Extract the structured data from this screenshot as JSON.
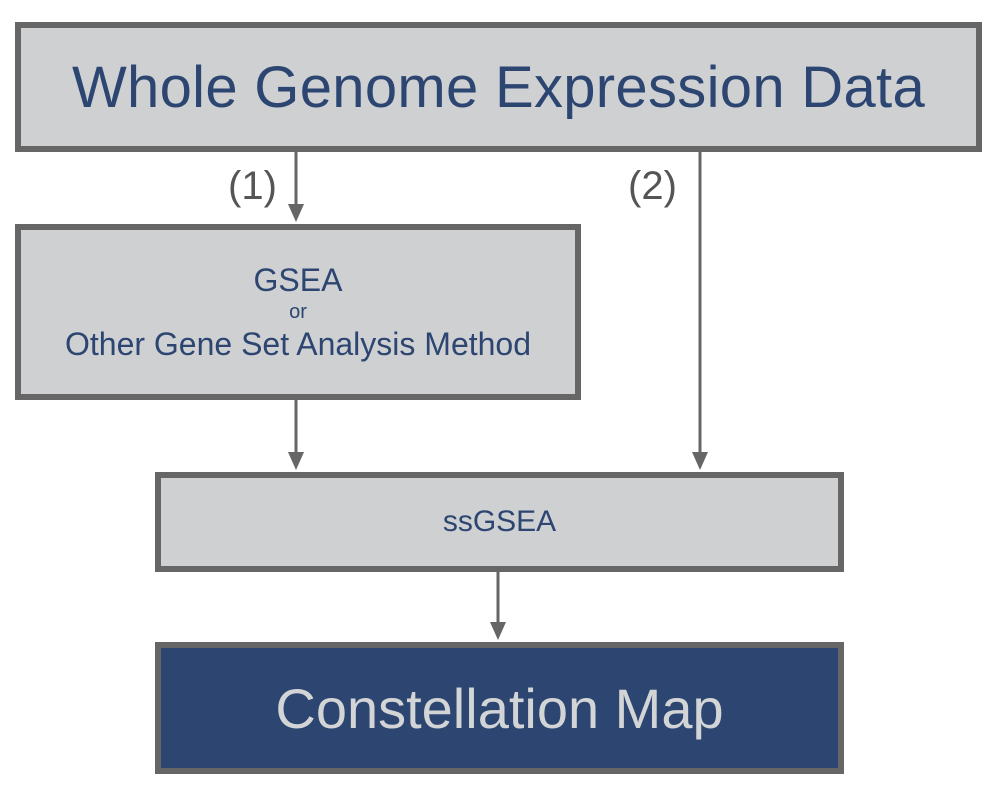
{
  "diagram": {
    "top_box": {
      "label": "Whole Genome Expression Data"
    },
    "gsea_box": {
      "line1": "GSEA",
      "line2": "or",
      "line3": "Other Gene Set Analysis Method"
    },
    "ssgsea_box": {
      "label": "ssGSEA"
    },
    "map_box": {
      "label": "Constellation Map"
    },
    "path_labels": {
      "step1": "(1)",
      "step2": "(2)"
    },
    "colors": {
      "box_fill": "#cfd0d2",
      "box_border": "#666666",
      "text_navy": "#2c4571",
      "dark_fill": "#2c4571",
      "dark_text": "#d3d4d6",
      "arrow": "#666666"
    }
  }
}
